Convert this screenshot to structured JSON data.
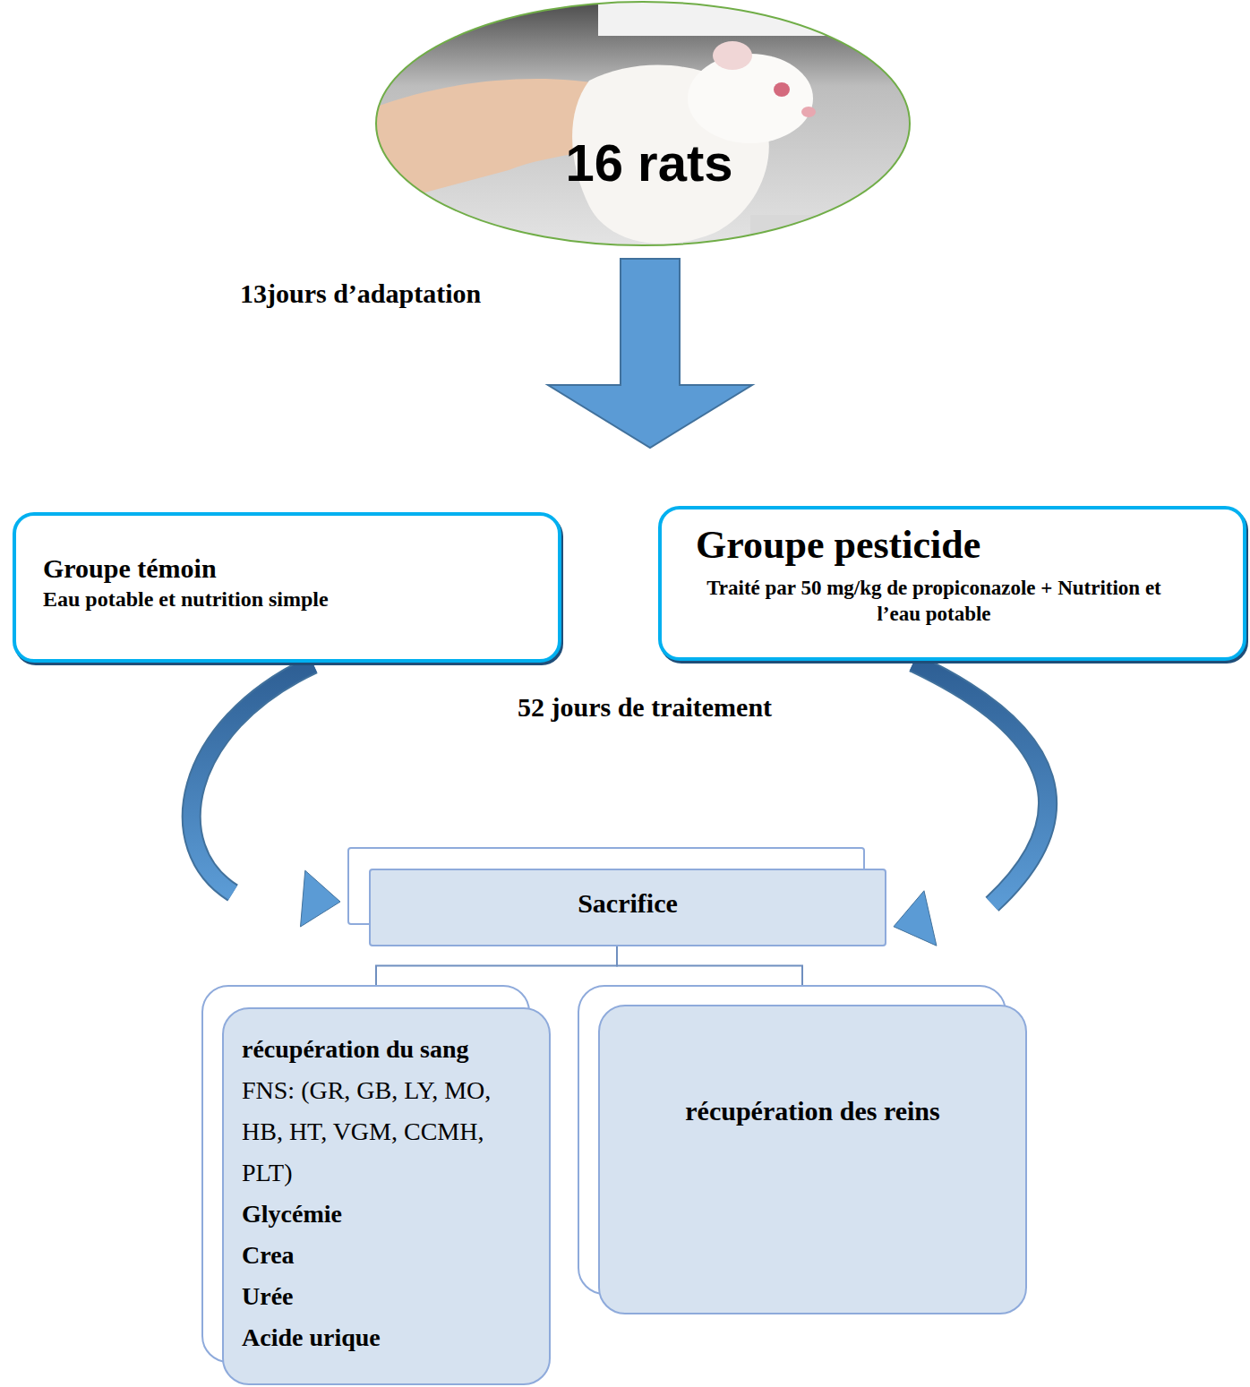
{
  "diagram": {
    "nodes": [
      {
        "text": [
          "16 rats"
        ]
      },
      {
        "text": [
          "Groupe témoin",
          "Eau potable et nutrition simple"
        ]
      },
      {
        "text": [
          "Groupe pesticide",
          "Traité par 50 mg/kg de propiconazole + Nutrition et l’eau potable"
        ]
      },
      {
        "text": [
          "Sacrifice"
        ]
      },
      {
        "text": [
          "récupération du sang",
          "FNS: (GR, GB, LY, MO, HB, HT, VGM, CCMH, PLT)",
          "Glycémie",
          "Crea",
          "Urée",
          "Acide urique"
        ]
      },
      {
        "text": [
          "récupération des reins"
        ]
      }
    ],
    "edges": [
      {
        "from": 1,
        "to": 3,
        "arrow": "to"
      },
      {
        "from": 2,
        "to": 3,
        "arrow": "to"
      },
      {
        "from": 3,
        "to": 4,
        "arrow": "none"
      },
      {
        "from": 3,
        "to": 5,
        "arrow": "none"
      }
    ],
    "labels": [
      "13jours d’adaptation",
      "52 jours de traitement"
    ]
  }
}
